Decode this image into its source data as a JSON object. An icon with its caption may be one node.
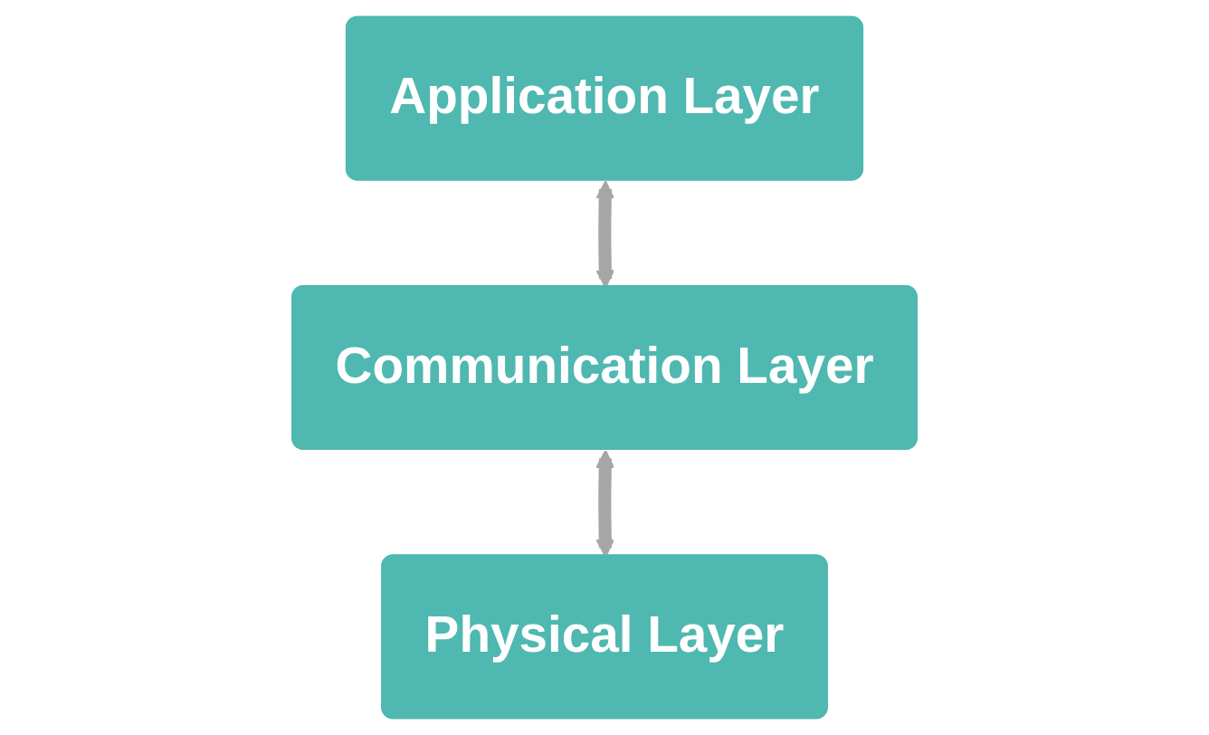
{
  "diagram": {
    "nodes": [
      {
        "text": [
          "Application Layer"
        ]
      },
      {
        "text": [
          "Communication Layer"
        ]
      },
      {
        "text": [
          "Physical Layer"
        ]
      }
    ],
    "edges": [
      {
        "from": 0,
        "to": 1,
        "arrow": "both"
      },
      {
        "from": 1,
        "to": 2,
        "arrow": "both"
      }
    ]
  }
}
